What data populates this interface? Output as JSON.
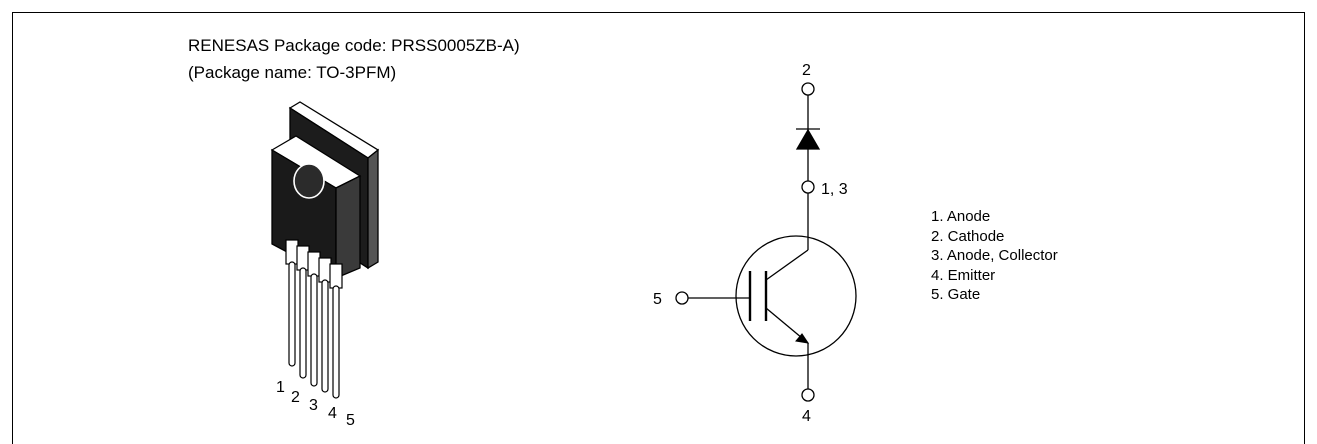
{
  "package": {
    "code_line": "RENESAS Package code: PRSS0005ZB-A)",
    "name_line": "(Package name: TO-3PFM)"
  },
  "package_pin_numbers": [
    "1",
    "2",
    "3",
    "4",
    "5"
  ],
  "schematic": {
    "top_pin": "2",
    "middle_pin": "1, 3",
    "gate_pin": "5",
    "bottom_pin": "4"
  },
  "pin_assignment": [
    "1. Anode",
    "2. Cathode",
    "3. Anode, Collector",
    "4. Emitter",
    "5. Gate"
  ]
}
